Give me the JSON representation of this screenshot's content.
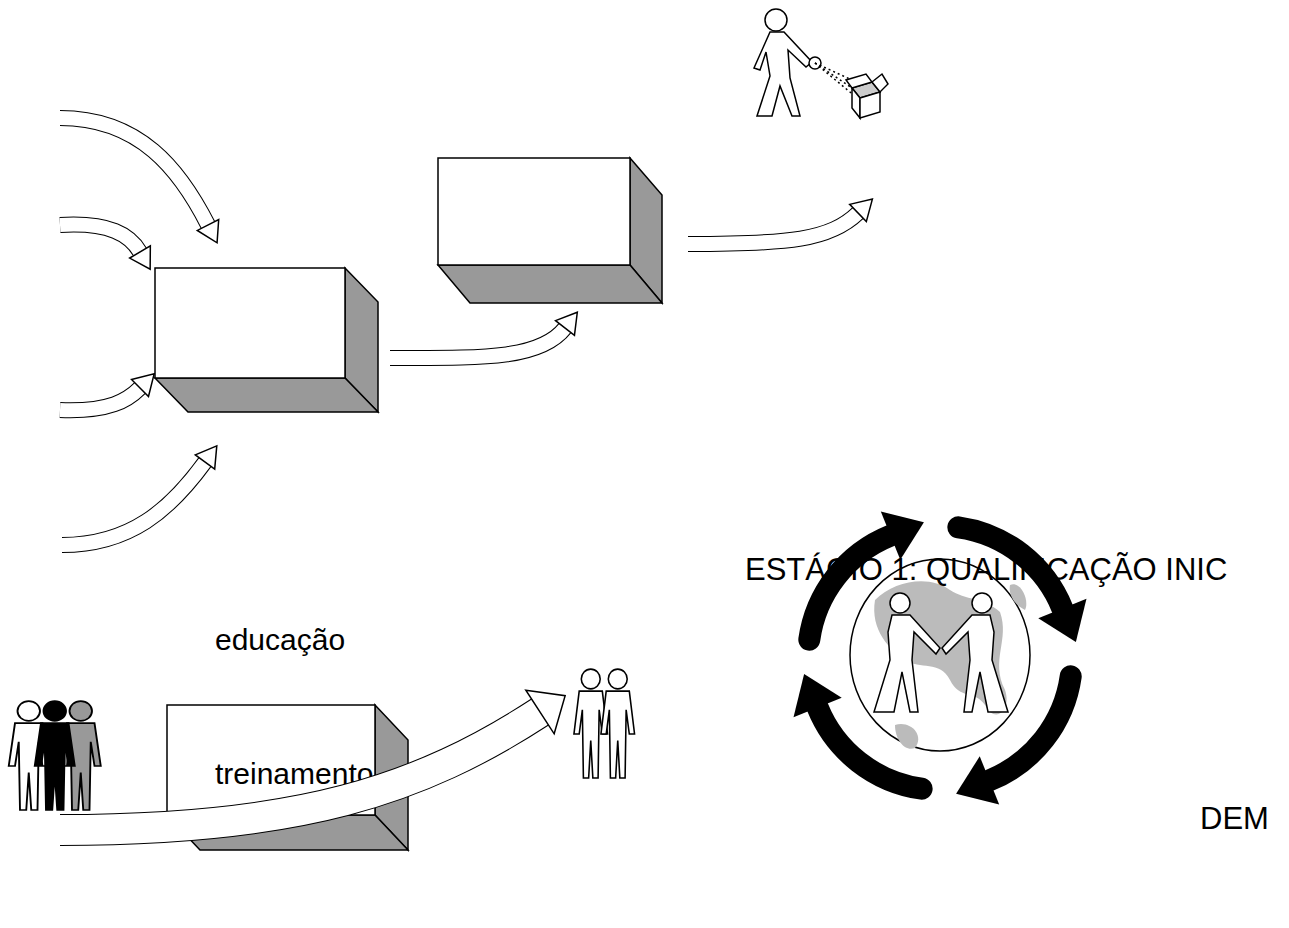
{
  "diagram": {
    "nodes": [
      {
        "text": [
          "educação",
          "treinamento"
        ]
      }
    ],
    "labels": [
      "ESTÁGIO 1: QUALIFICAÇÃO INIC",
      "DEM"
    ]
  }
}
